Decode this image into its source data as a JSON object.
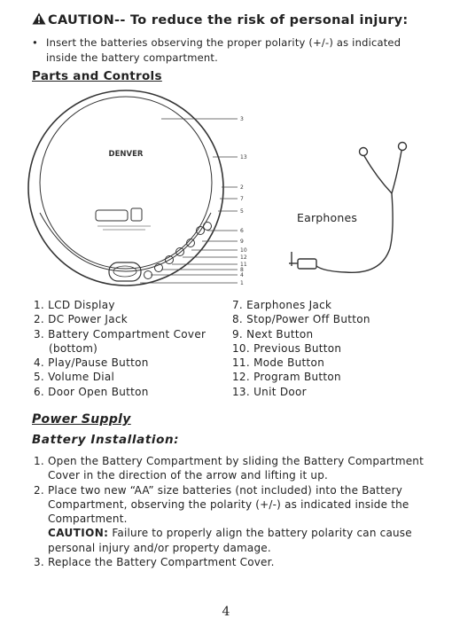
{
  "caution": {
    "heading": "CAUTION-- To reduce the risk of personal injury:",
    "bullet_mark": "•",
    "bullet": "Insert the batteries observing the proper polarity (+/-) as indicated inside the battery compartment."
  },
  "parts_section": {
    "title": "Parts and Controls",
    "device_brand": "DENVER",
    "earphones_label": "Earphones",
    "callouts": [
      "3",
      "13",
      "2",
      "7",
      "5",
      "6",
      "9",
      "10",
      "12",
      "11",
      "8",
      "4",
      "1"
    ],
    "parts_left": [
      "1. LCD Display",
      "2. DC Power Jack",
      "3. Battery Compartment Cover",
      "(bottom)",
      "4. Play/Pause Button",
      "5. Volume Dial",
      "6. Door Open Button"
    ],
    "parts_right": [
      "7. Earphones Jack",
      "8. Stop/Power Off Button",
      "9. Next Button",
      "10. Previous Button",
      "11. Mode Button",
      "12. Program Button",
      "13. Unit Door"
    ]
  },
  "power_section": {
    "title": "Power Supply",
    "subtitle": "Battery Installation:",
    "steps": [
      {
        "num": "1.",
        "text": "Open the Battery Compartment by sliding the Battery Compartment Cover in the direction of the arrow and lifting it up."
      },
      {
        "num": "2.",
        "text": "Place two new “AA” size batteries (not included) into the Battery Compartment, observing the polarity (+/-) as indicated inside the Compartment."
      },
      {
        "num": "3.",
        "text": "Replace the Battery Compartment Cover."
      }
    ],
    "warning_label": "CAUTION:",
    "warning_text": "Failure to properly align the battery polarity can cause personal injury and/or property damage."
  },
  "page_number": "4"
}
